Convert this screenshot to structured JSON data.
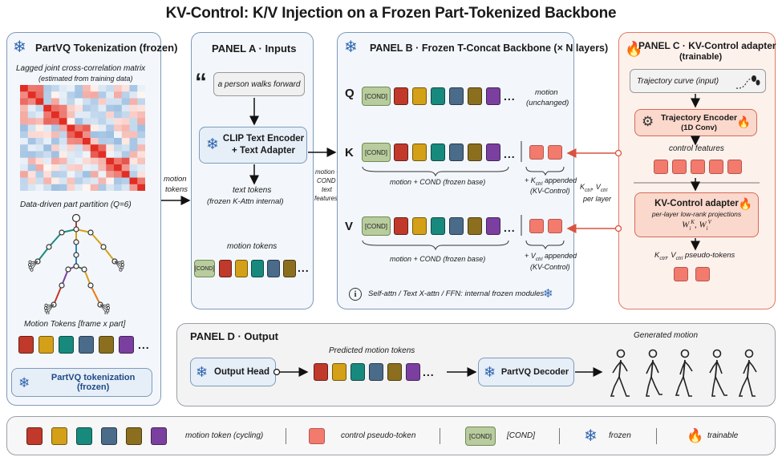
{
  "title": "KV-Control: K/V Injection on a Frozen Part-Tokenized Backbone",
  "colors": {
    "token_cycle": [
      "#c0392b",
      "#d4a017",
      "#178a7d",
      "#4a6b8a",
      "#8b6f1e",
      "#7b3fa0"
    ],
    "control_token": "#f27b6e",
    "cond_token": "#b8cc9e",
    "frozen_border": "#7f9bb9",
    "trainable_border": "#e07a6a"
  },
  "left_panel": {
    "title": "PartVQ Tokenization (frozen)",
    "matrix_caption": "Lagged joint cross-correlation matrix",
    "matrix_subcaption": "(estimated from training data)",
    "partition_caption": "Data-driven part partition (Q=6)",
    "tokens_caption": "Motion Tokens [frame x part]",
    "dots": "...",
    "badge": "PartVQ tokenization (frozen)"
  },
  "arrow_labels": {
    "motion_tokens_1": "motion",
    "motion_tokens_2": "tokens",
    "features_1": "motion +",
    "features_2": "COND /",
    "features_3": "text",
    "features_4": "features",
    "kv_1": "K",
    "kv_1_sub": "ctrl",
    "kv_2": ", V",
    "kv_2_sub": "ctrl",
    "kv_3": "per layer"
  },
  "panel_a": {
    "title": "PANEL A · Inputs",
    "quote": "“",
    "prompt": "a person walks forward",
    "encoder_line1": "CLIP Text Encoder",
    "encoder_line2": "+ Text Adapter",
    "text_tokens_1": "text tokens",
    "text_tokens_2": "(frozen K-Attn internal)",
    "motion_tokens": "motion tokens",
    "cond": "[COND]",
    "dots": "..."
  },
  "panel_b": {
    "title": "PANEL B · Frozen T-Concat Backbone (× N layers)",
    "row_q": "Q",
    "row_k": "K",
    "row_v": "V",
    "cond": "[COND]",
    "dots": "...",
    "q_note_1": "motion",
    "q_note_2": "(unchanged)",
    "k_base": "motion + COND (frozen base)",
    "k_app_pre": "+ K",
    "k_app_sub": "ctrl",
    "k_app_post": " appended",
    "k_app_2": "(KV-Control)",
    "v_base": "motion + COND (frozen base)",
    "v_app_pre": "+ V",
    "v_app_sub": "ctrl",
    "v_app_post": " appended",
    "v_app_2": "(KV-Control)",
    "info": "i",
    "footnote": "Self-attn / Text X-attn / FFN: internal frozen modules"
  },
  "panel_c": {
    "title_1": "PANEL C · KV-Control adapter",
    "title_2": "(trainable)",
    "trajectory": "Trajectory curve (input)",
    "encoder_1": "Trajectory Encoder",
    "encoder_2": "(1D Conv)",
    "features": "control features",
    "adapter_1": "KV-Control adapter",
    "adapter_2": "per-layer low-rank projections",
    "formula_w": "W",
    "formula_i": "i",
    "formula_k": "K",
    "formula_sep": ", W",
    "formula_v": "V",
    "pseudo_k": "K",
    "pseudo_k_sub": "ctrl",
    "pseudo_sep": ", V",
    "pseudo_v_sub": "ctrl",
    "pseudo_tail": " pseudo-tokens"
  },
  "panel_d": {
    "title": "PANEL D · Output",
    "head": "Output Head",
    "predicted": "Predicted motion tokens",
    "dots": "...",
    "decoder": "PartVQ Decoder",
    "generated": "Generated motion"
  },
  "legend": {
    "motion_token": "motion token (cycling)",
    "control_token": "control pseudo-token",
    "cond_box": "[COND]",
    "cond_label": "[COND]",
    "frozen": "frozen",
    "trainable": "trainable"
  }
}
